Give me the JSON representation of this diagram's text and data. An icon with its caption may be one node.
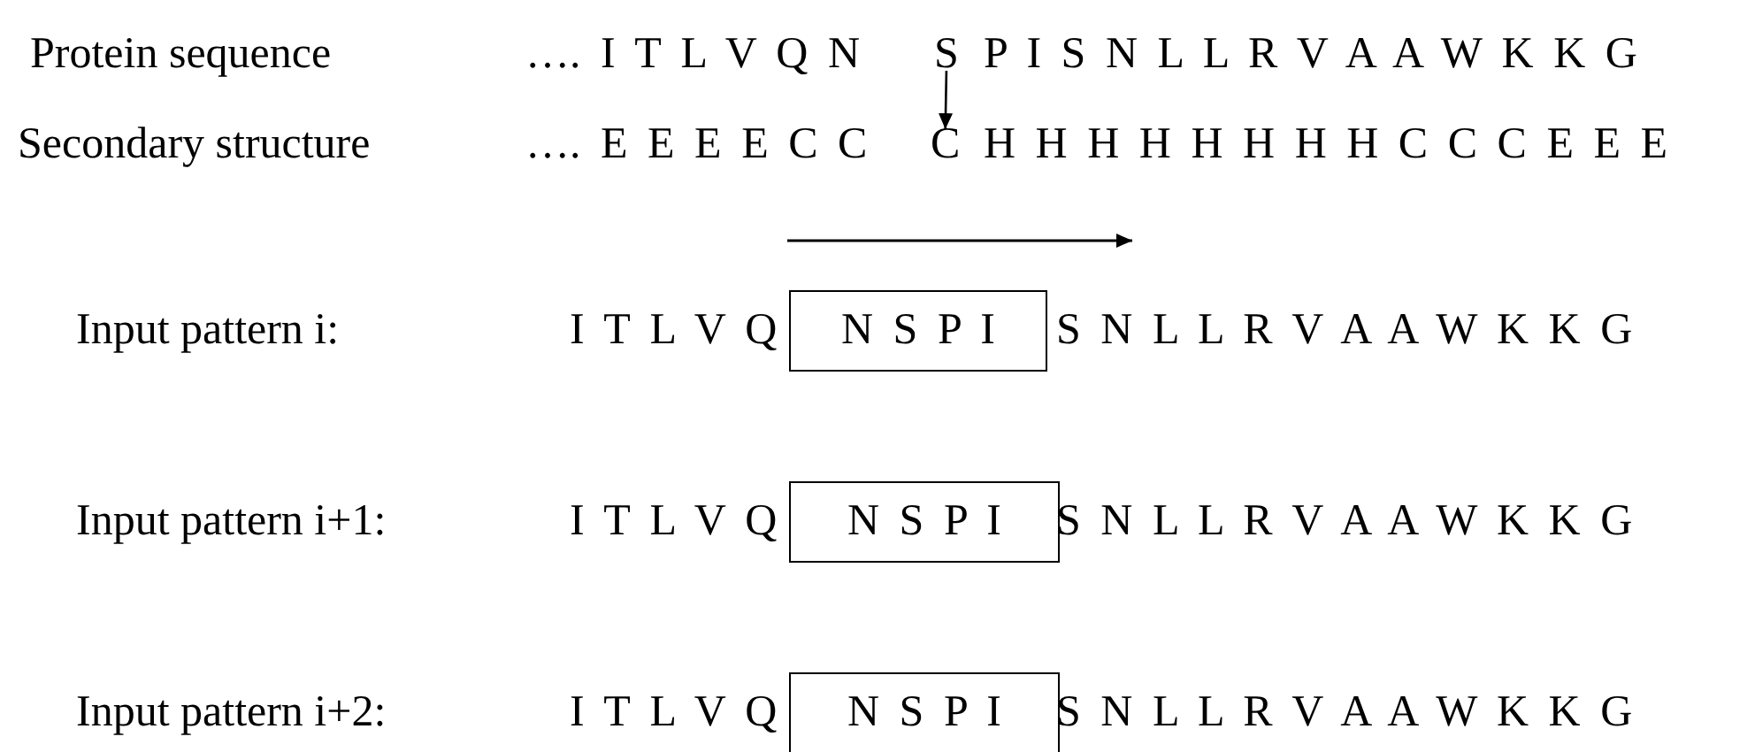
{
  "diagram": {
    "nodes": [
      {
        "text": [
          "S"
        ]
      },
      {
        "text": [
          "C"
        ]
      },
      {
        "text": [
          "N S P I"
        ]
      },
      {
        "text": [
          "N S P I"
        ]
      },
      {
        "text": [
          "N S P I"
        ]
      }
    ],
    "edges": [
      {
        "from": 0,
        "to": 1,
        "arrow": "to"
      }
    ],
    "labels": [
      "Protein sequence",
      "…. I T L V Q N",
      "P I S N L L R V A A W K K G",
      "Secondary structure",
      "…. E E E E C C",
      "H H H H H H H H C C C E E E",
      "Input pattern i:",
      "I T L V Q",
      "S N L L R V A A W K K G",
      "Input pattern i+1:",
      "I T L V Q",
      "S N L L R V A A W K K G",
      "Input pattern i+2:",
      "I T L V Q",
      "S N L L R V A A W K K G"
    ]
  }
}
